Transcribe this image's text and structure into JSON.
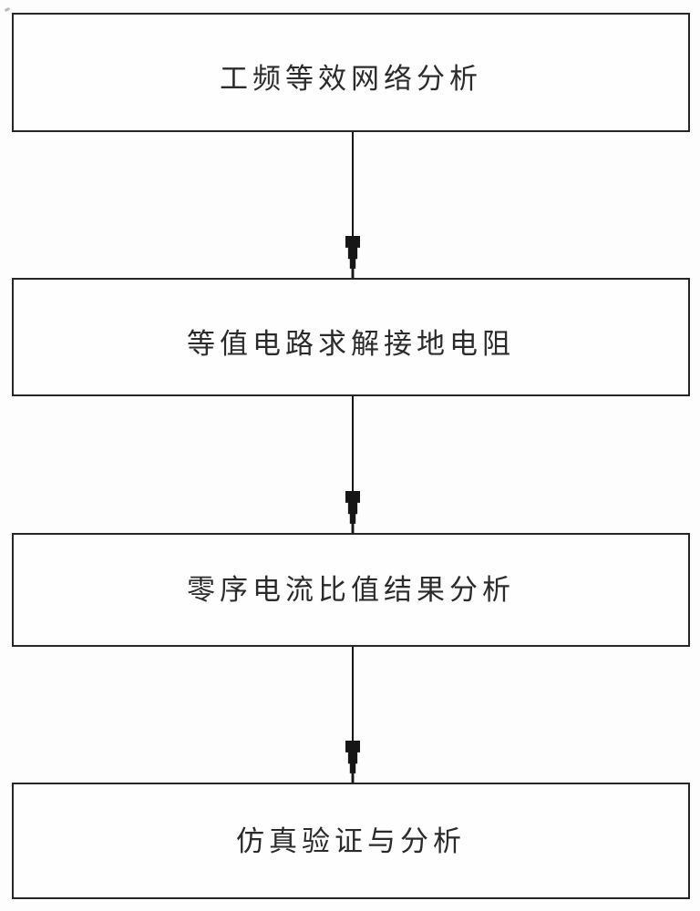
{
  "diagram": {
    "type": "flowchart",
    "direction": "top-to-bottom",
    "nodes": [
      {
        "id": "step-1",
        "label": "工频等效网络分析"
      },
      {
        "id": "step-2",
        "label": "等值电路求解接地电阻"
      },
      {
        "id": "step-3",
        "label": "零序电流比值结果分析"
      },
      {
        "id": "step-4",
        "label": "仿真验证与分析"
      }
    ],
    "edges": [
      {
        "from": "step-1",
        "to": "step-2",
        "style": "solid-arrow-down"
      },
      {
        "from": "step-2",
        "to": "step-3",
        "style": "solid-arrow-down"
      },
      {
        "from": "step-3",
        "to": "step-4",
        "style": "solid-arrow-down"
      }
    ],
    "colors": {
      "background": "#fdfdfd",
      "border": "#262626",
      "text": "#2b2b2b",
      "arrow": "#161616"
    }
  }
}
